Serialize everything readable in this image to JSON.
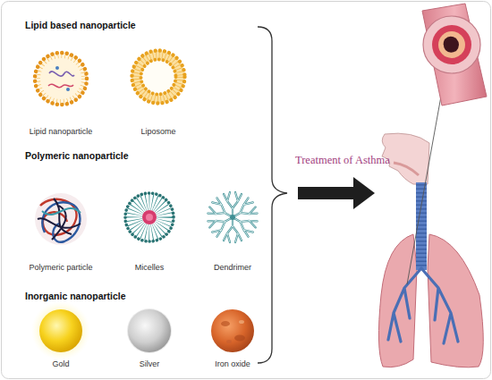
{
  "diagram": {
    "nodes": [
      {
        "text": [
          "Lipid based nanoparticle"
        ]
      },
      {
        "text": [
          "Lipid nanoparticle"
        ],
        "in": 0
      },
      {
        "text": [
          "Liposome"
        ],
        "in": 0
      },
      {
        "text": [
          "Polymeric nanoparticle"
        ]
      },
      {
        "text": [
          "Polymeric particle"
        ],
        "in": 3
      },
      {
        "text": [
          "Micelles"
        ],
        "in": 3
      },
      {
        "text": [
          "Dendrimer"
        ],
        "in": 3
      },
      {
        "text": [
          "Inorganic nanoparticle"
        ]
      },
      {
        "text": [
          "Gold"
        ],
        "in": 7
      },
      {
        "text": [
          "Silver"
        ],
        "in": 7
      },
      {
        "text": [
          "Iron oxide"
        ],
        "in": 7
      }
    ],
    "labels": [
      "Treatment of Asthma"
    ]
  }
}
